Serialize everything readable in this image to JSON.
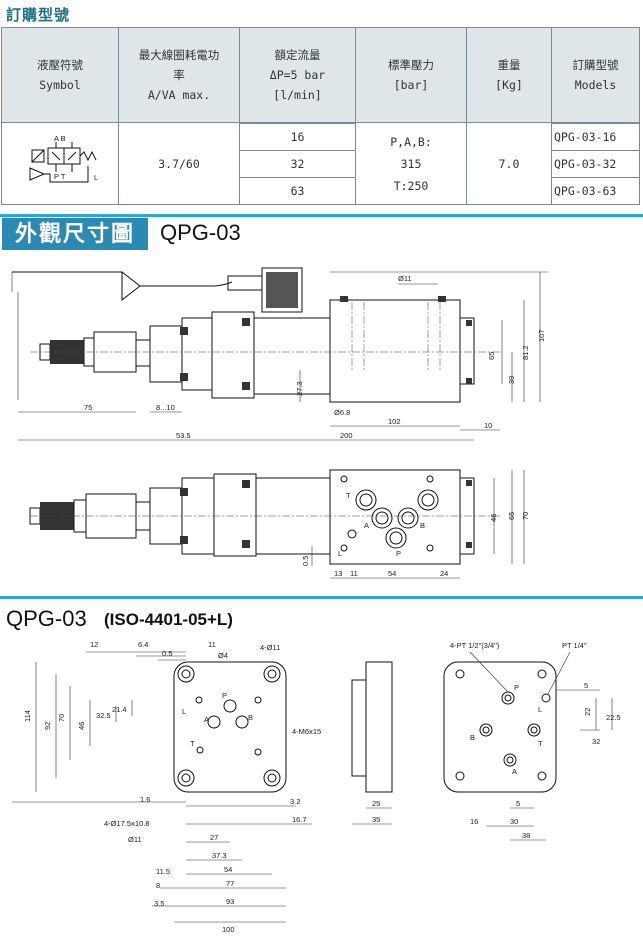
{
  "section_heading": "訂購型號",
  "table": {
    "headers": [
      [
        "液壓符號",
        "Symbol"
      ],
      [
        "最大線圈耗電功",
        "率",
        "A/VA max."
      ],
      [
        "額定流量",
        "ΔP=5 bar",
        "[l/min]"
      ],
      [
        "標準壓力",
        "[bar]"
      ],
      [
        "重量",
        "[Kg]"
      ],
      [
        "訂購型號",
        "Models"
      ]
    ],
    "symbol_ports": {
      "top": "A B",
      "bottom": "P T",
      "drain": "L"
    },
    "power": "3.7/60",
    "flows": [
      "16",
      "32",
      "63"
    ],
    "pressure": [
      "P,A,B:",
      "315",
      "T:250"
    ],
    "weight": "7.0",
    "models": [
      "QPG-03-16",
      "QPG-03-32",
      "QPG-03-63"
    ]
  },
  "dim_title": "外觀尺寸圖",
  "dim_model": "QPG-03",
  "iso_model": "QPG-03",
  "iso_std": "(ISO-4401-05+L)",
  "drawing1": {
    "dims": [
      "Ø11",
      "107",
      "81.2",
      "65",
      "39",
      "27.3",
      "Ø6.8",
      "102",
      "10",
      "75",
      "8...10",
      "53.5",
      "200"
    ]
  },
  "drawing2": {
    "ports": [
      "T",
      "B",
      "A",
      "P",
      "L"
    ],
    "dims": [
      "46",
      "65",
      "70",
      "0.5",
      "13",
      "11",
      "54",
      "24"
    ]
  },
  "drawing3": {
    "dims": [
      "12",
      "6.4",
      "11",
      "0.5",
      "Ø4",
      "4-Ø11",
      "114",
      "92",
      "70",
      "46",
      "32.5",
      "21.4",
      "4-M6x15",
      "1.6",
      "3.2",
      "4-Ø17.5x10.8",
      "16.7",
      "Ø11",
      "27",
      "37.3",
      "54",
      "11.5",
      "77",
      "8",
      "93",
      "3.5",
      "100"
    ],
    "ports": [
      "P",
      "L",
      "A",
      "B",
      "T"
    ]
  },
  "drawing4": {
    "dims": [
      "25",
      "35"
    ]
  },
  "drawing5": {
    "dims": [
      "4-PT 1/2\"(3/4\")",
      "PT 1/4\"",
      "5",
      "22",
      "22.5",
      "32",
      "5",
      "16",
      "30",
      "38"
    ],
    "ports": [
      "P",
      "L",
      "B",
      "T",
      "A"
    ]
  }
}
